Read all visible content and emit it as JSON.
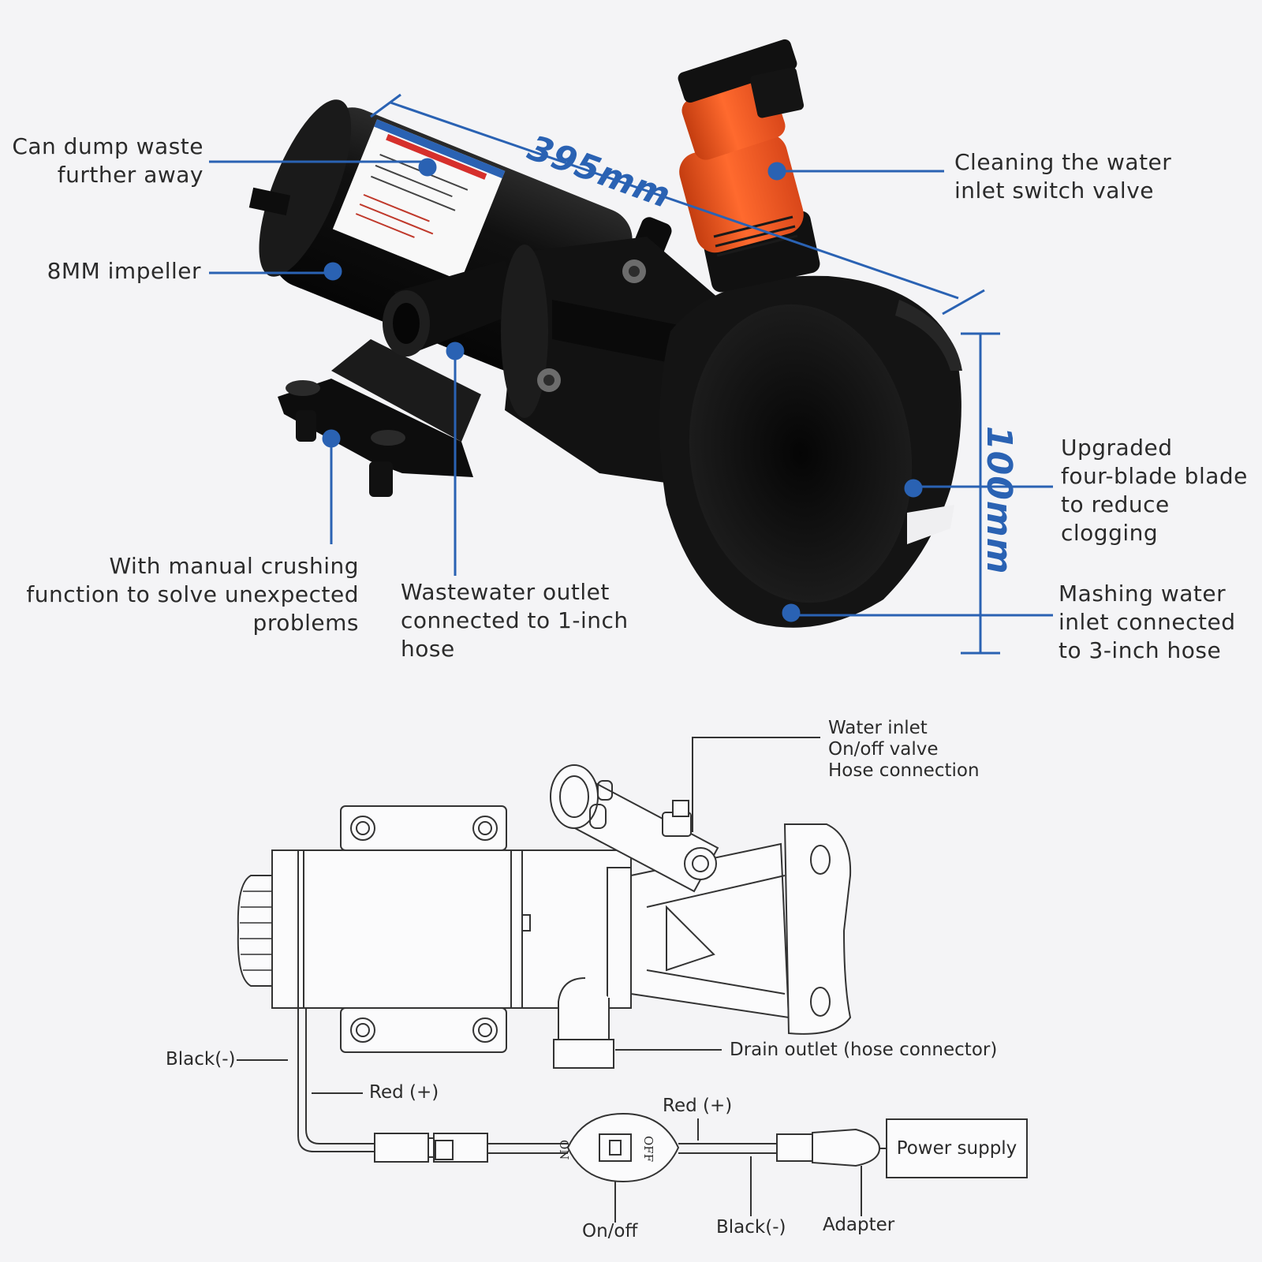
{
  "dimensions": {
    "length": "395mm",
    "height": "100mm"
  },
  "photo_labels": {
    "dump_waste": [
      "Can dump waste",
      "further away"
    ],
    "impeller": [
      "8MM impeller"
    ],
    "manual_crushing": [
      "With manual crushing",
      "function to solve unexpected",
      "problems"
    ],
    "wastewater_outlet": [
      "Wastewater outlet",
      "connected to 1-inch",
      "hose"
    ],
    "cleaning_valve": [
      "Cleaning the water",
      "inlet switch valve"
    ],
    "four_blade": [
      "Upgraded",
      "four-blade blade",
      "to reduce",
      "clogging"
    ],
    "mashing_inlet": [
      "Mashing water",
      "inlet connected",
      "to 3-inch hose"
    ]
  },
  "diagram_labels": {
    "water_inlet": [
      "Water inlet",
      "On/off valve",
      "Hose connection"
    ],
    "drain_outlet": "Drain outlet (hose connector)",
    "black_left": "Black(-)",
    "red_left": "Red (+)",
    "red_right": "Red (+)",
    "switch_on": "ON",
    "switch_off": "OFF",
    "power_supply": "Power supply",
    "on_off": "On/off",
    "black_bottom": "Black(-)",
    "adapter": "Adapter"
  },
  "colors": {
    "accent": "#2a62b3",
    "pump_body": "#141414",
    "valve_orange": "#f25a22",
    "background": "#f4f4f6"
  }
}
